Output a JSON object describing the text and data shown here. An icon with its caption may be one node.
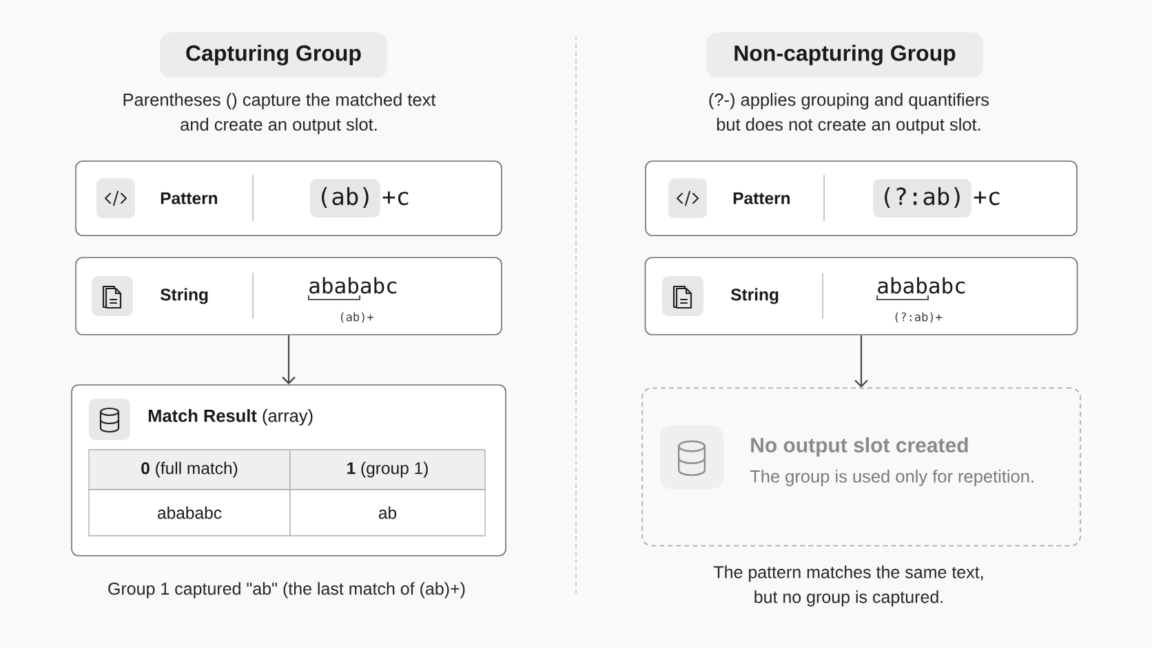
{
  "diagram": {
    "nodes": [
      {
        "text": [
          "Capturing Group"
        ]
      },
      {
        "text": [
          "Pattern",
          "+c"
        ]
      },
      {
        "text": [
          "(ab)"
        ],
        "in": 1
      },
      {
        "text": [
          "String",
          "abababc",
          "(ab)+"
        ]
      },
      {
        "text": [
          "**Match Result** (array)"
        ]
      },
      {
        "text": [
          "**0** (full match)"
        ],
        "in": 4
      },
      {
        "text": [
          "**1** (group 1)"
        ],
        "in": 4
      },
      {
        "text": [
          "abababc"
        ],
        "in": 4
      },
      {
        "text": [
          "ab"
        ],
        "in": 4
      },
      {
        "text": [
          "Non-capturing Group"
        ]
      },
      {
        "text": [
          "Pattern",
          "+c"
        ]
      },
      {
        "text": [
          "(?:ab)"
        ],
        "in": 10
      },
      {
        "text": [
          "String",
          "abababc",
          "(?:ab)+"
        ]
      },
      {
        "text": [
          "No output slot created",
          "The group is used only for repetition."
        ]
      }
    ],
    "edges": [
      {
        "from": 3,
        "to": 4,
        "arrow": "to"
      },
      {
        "from": 12,
        "to": 13,
        "arrow": "to"
      }
    ],
    "labels": [
      "Parentheses () capture the matched text and create an output slot.",
      "(?-) applies grouping and quantifiers but does not create an output slot.",
      "Group 1 captured \"ab\" (the last match of (ab)+)",
      "The pattern matches the same text, but no group is captured."
    ]
  }
}
